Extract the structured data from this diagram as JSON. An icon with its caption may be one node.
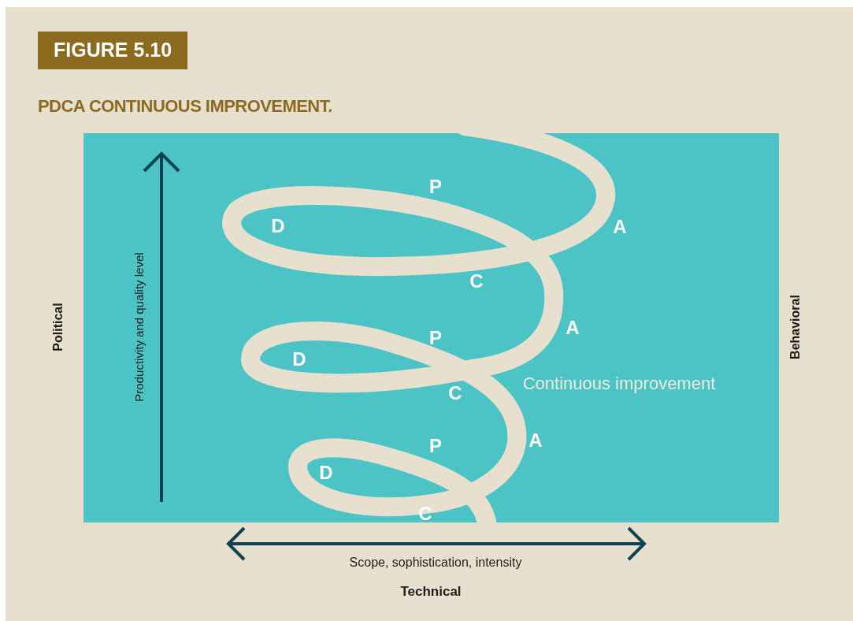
{
  "diagram": {
    "title": "PDCA CONTINUOUS IMPROVEMENT.",
    "labels": [
      "FIGURE 5.10",
      "Productivity and quality level",
      "Political",
      "P",
      "D",
      "A",
      "C",
      "A",
      "P",
      "D",
      "C",
      "Continuous improvement",
      "A",
      "P",
      "D",
      "C",
      "Behavioral",
      "Scope, sophistication, intensity",
      "Technical"
    ]
  }
}
